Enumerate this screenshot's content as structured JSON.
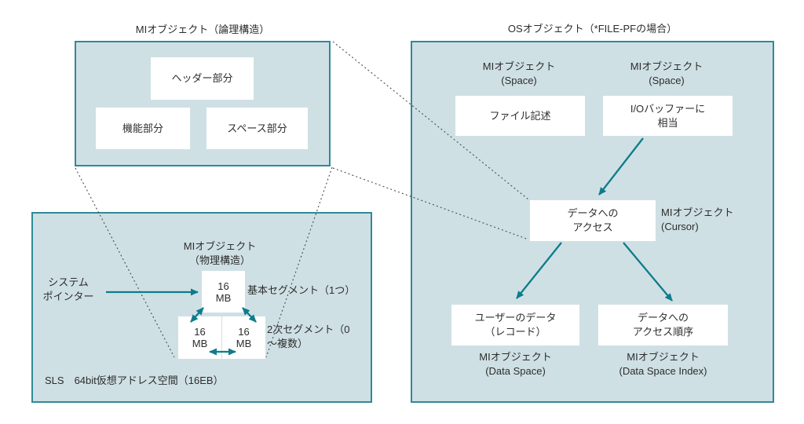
{
  "colors": {
    "accent": "#0e7c8b",
    "panel_fill": "#cfe0e4",
    "panel_border": "#2f8a97",
    "text": "#2d2d2d",
    "connector": "#4a4a4a",
    "white_box": "#ffffff"
  },
  "logical_panel": {
    "title": "MIオブジェクト（論理構造）",
    "header_box": "ヘッダー部分",
    "function_box": "機能部分",
    "space_box": "スペース部分"
  },
  "physical_panel": {
    "title": [
      "MIオブジェクト",
      "（物理構造）"
    ],
    "system_pointer": [
      "システム",
      "ポインター"
    ],
    "segment": [
      "16",
      "MB"
    ],
    "base_segment_label": "基本セグメント（1つ）",
    "secondary_segment_label": [
      "2次セグメント（0",
      "～複数）"
    ],
    "footer": "SLS　64bit仮想アドレス空間（16EB）"
  },
  "os_panel": {
    "title": "OSオブジェクト（*FILE-PFの場合）",
    "space_label_left": [
      "MIオブジェクト",
      "(Space)"
    ],
    "space_label_right": [
      "MIオブジェクト",
      "(Space)"
    ],
    "file_description_box": "ファイル記述",
    "io_buffer_box": [
      "I/Oバッファーに",
      "相当"
    ],
    "data_access_box": [
      "データへの",
      "アクセス"
    ],
    "cursor_label": [
      "MIオブジェクト",
      "(Cursor)"
    ],
    "user_data_box": [
      "ユーザーのデータ",
      "（レコード）"
    ],
    "access_order_box": [
      "データへの",
      "アクセス順序"
    ],
    "data_space_label": [
      "MIオブジェクト",
      "(Data Space)"
    ],
    "data_space_index_label": [
      "MIオブジェクト",
      "(Data Space Index)"
    ]
  }
}
